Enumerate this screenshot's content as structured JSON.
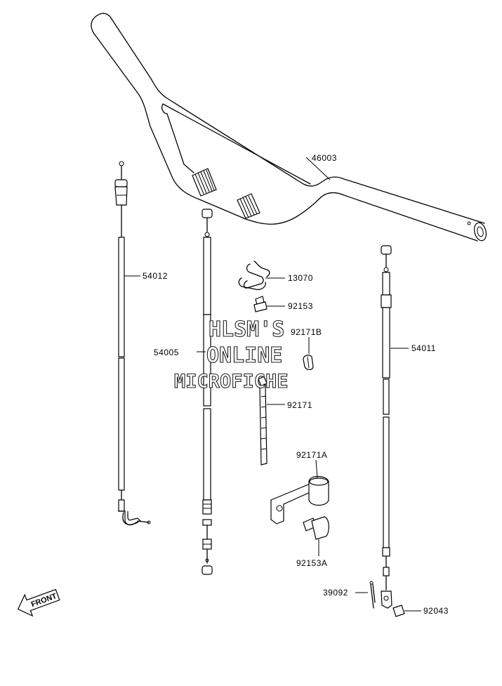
{
  "parts": {
    "p46003": "46003",
    "p13070": "13070",
    "p92153": "92153",
    "p92171B": "92171B",
    "p54012": "54012",
    "p54005": "54005",
    "p54011": "54011",
    "p92171": "92171",
    "p92171A": "92171A",
    "p92153A": "92153A",
    "p39092": "39092",
    "p92043": "92043"
  },
  "watermark": {
    "line1": "HLSM'S",
    "line2": "ONLINE",
    "line3": "MICROFICHE"
  },
  "front_arrow": {
    "label": "FRONT"
  }
}
